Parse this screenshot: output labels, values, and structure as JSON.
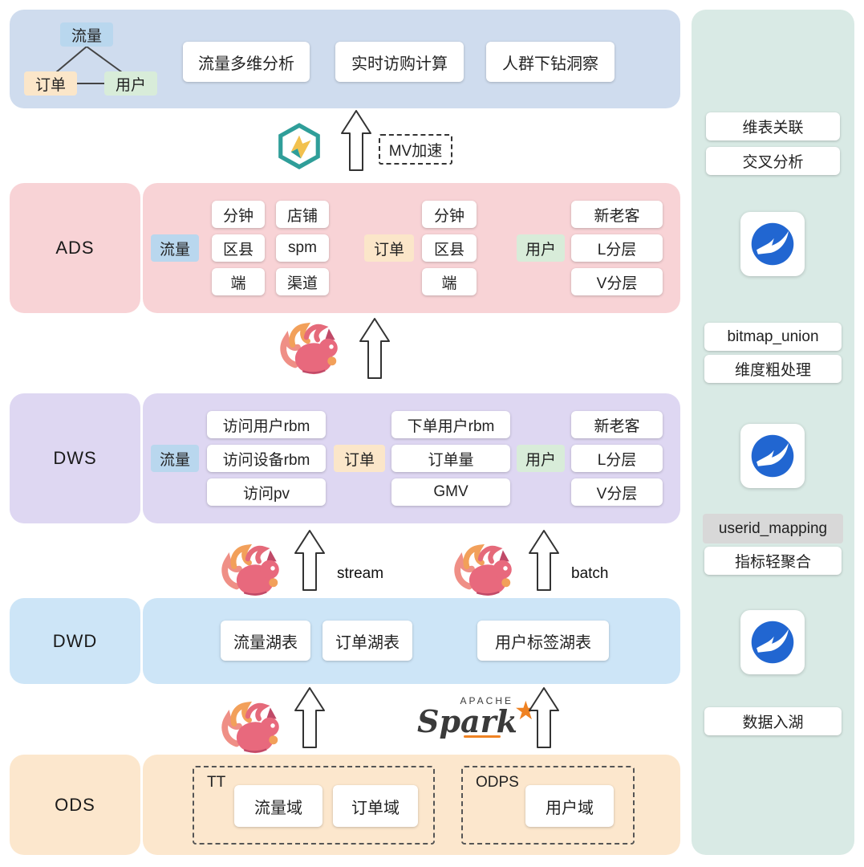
{
  "colors": {
    "banner": "#cfdcee",
    "ads": "#f8d3d6",
    "dws": "#ded7f2",
    "dwd": "#cde5f7",
    "ods": "#fce7cd",
    "sidebar": "#d9eae5",
    "badge_blue": "#b9d7ee",
    "badge_orange": "#fbe6c9",
    "badge_green": "#d8ecd9",
    "badge_gray": "#d8d8d8",
    "spark_orange": "#ef8223",
    "icon_blue": "#2166d1"
  },
  "banner": {
    "tree": {
      "root": "流量",
      "left": "订单",
      "right": "用户"
    },
    "boxes": [
      "流量多维分析",
      "实时访购计算",
      "人群下钻洞察"
    ]
  },
  "mv": {
    "label": "MV加速"
  },
  "ads": {
    "label": "ADS",
    "traffic_badge": "流量",
    "traffic_items": [
      "分钟",
      "店铺",
      "区县",
      "spm",
      "端",
      "渠道"
    ],
    "order_badge": "订单",
    "order_items": [
      "分钟",
      "区县",
      "端"
    ],
    "user_badge": "用户",
    "user_items": [
      "新老客",
      "L分层",
      "V分层"
    ]
  },
  "dws": {
    "label": "DWS",
    "traffic_badge": "流量",
    "traffic_items": [
      "访问用户rbm",
      "访问设备rbm",
      "访问pv"
    ],
    "order_badge": "订单",
    "order_items": [
      "下单用户rbm",
      "订单量",
      "GMV"
    ],
    "user_badge": "用户",
    "user_items": [
      "新老客",
      "L分层",
      "V分层"
    ]
  },
  "dwd": {
    "label": "DWD",
    "items": [
      "流量湖表",
      "订单湖表",
      "用户标签湖表"
    ]
  },
  "ods": {
    "label": "ODS",
    "tt": {
      "name": "TT",
      "items": [
        "流量域",
        "订单域"
      ]
    },
    "odps": {
      "name": "ODPS",
      "items": [
        "用户域"
      ]
    }
  },
  "flows": {
    "stream": "stream",
    "batch": "batch",
    "spark_top": "APACHE",
    "spark_name": "Spark",
    "spark_star": "★"
  },
  "sidebar": {
    "items": [
      "维表关联",
      "交叉分析",
      "bitmap_union",
      "维度粗处理",
      "userid_mapping",
      "指标轻聚合",
      "数据入湖"
    ]
  }
}
